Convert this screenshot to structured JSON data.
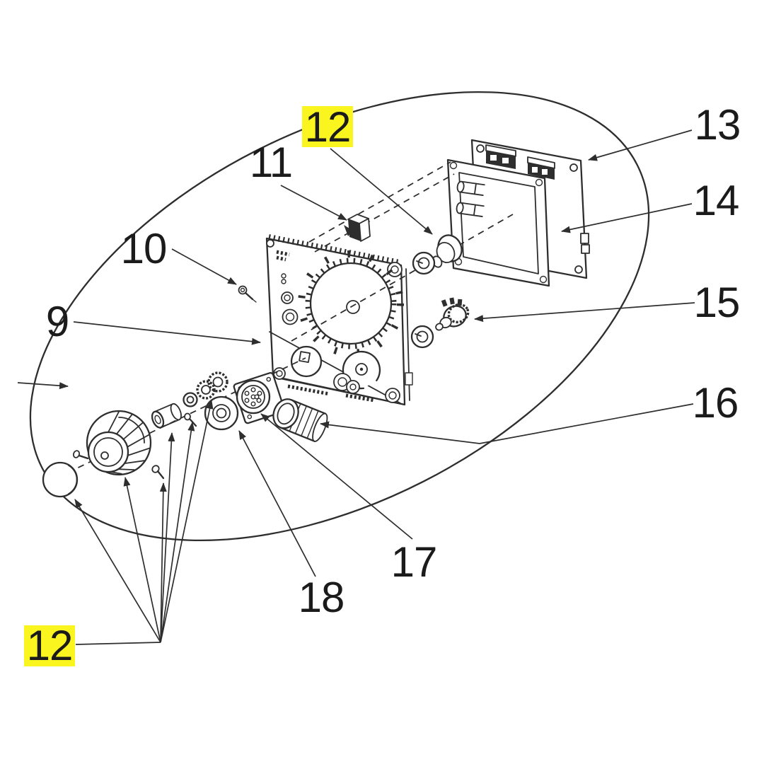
{
  "title": "exploded-parts-diagram",
  "colors": {
    "background": "#ffffff",
    "line": "#2e2e2e",
    "text": "#1b1b1b",
    "highlight": "#fbf51f"
  },
  "callouts": {
    "c9": {
      "label": "9",
      "highlighted": false
    },
    "c10": {
      "label": "10",
      "highlighted": false
    },
    "c11": {
      "label": "11",
      "highlighted": false
    },
    "c12_top": {
      "label": "12",
      "highlighted": true
    },
    "c12_bottom": {
      "label": "12",
      "highlighted": true
    },
    "c13": {
      "label": "13",
      "highlighted": false
    },
    "c14": {
      "label": "14",
      "highlighted": false
    },
    "c15": {
      "label": "15",
      "highlighted": false
    },
    "c16": {
      "label": "16",
      "highlighted": false
    },
    "c17": {
      "label": "17",
      "highlighted": false
    },
    "c18": {
      "label": "18",
      "highlighted": false
    }
  }
}
